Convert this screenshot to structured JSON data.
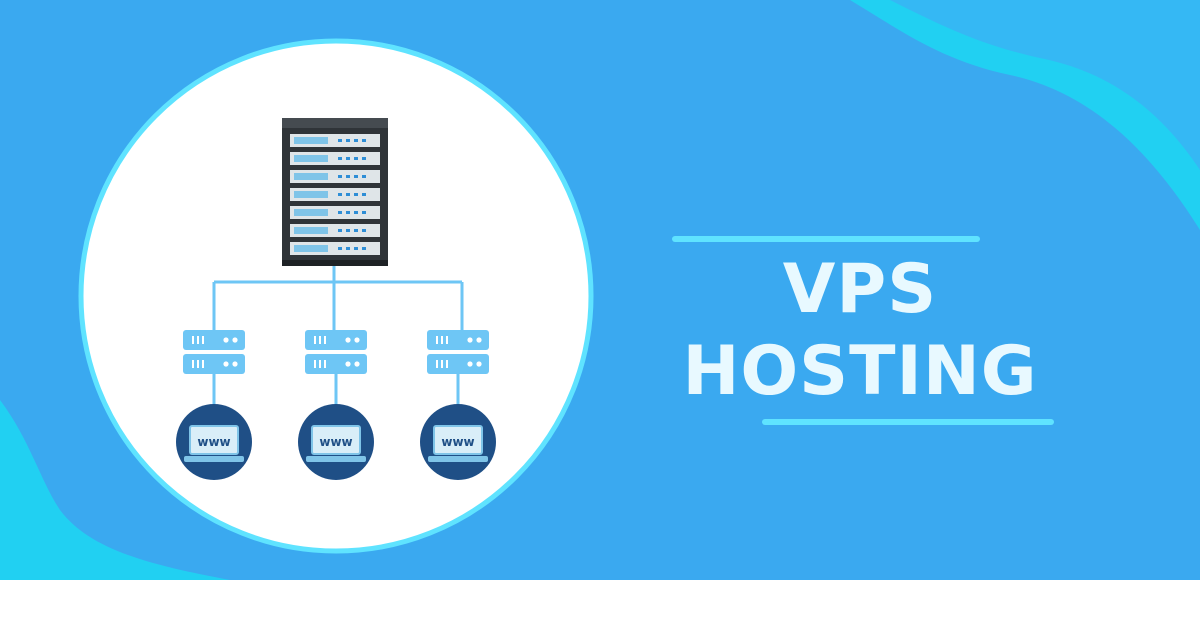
{
  "banner": {
    "title_line_1": "VPS",
    "title_line_2": "HOSTING",
    "screen_label": "www",
    "colors": {
      "background": "#3aa9f0",
      "accent": "#5fe3ff",
      "title": "#e8f9ff",
      "server_dark": "#2f3438",
      "node_blue": "#6ec6f5",
      "laptop_circle": "#1f4f86"
    },
    "icons": [
      "server-rack-icon",
      "server-node-icon",
      "laptop-www-icon"
    ]
  }
}
